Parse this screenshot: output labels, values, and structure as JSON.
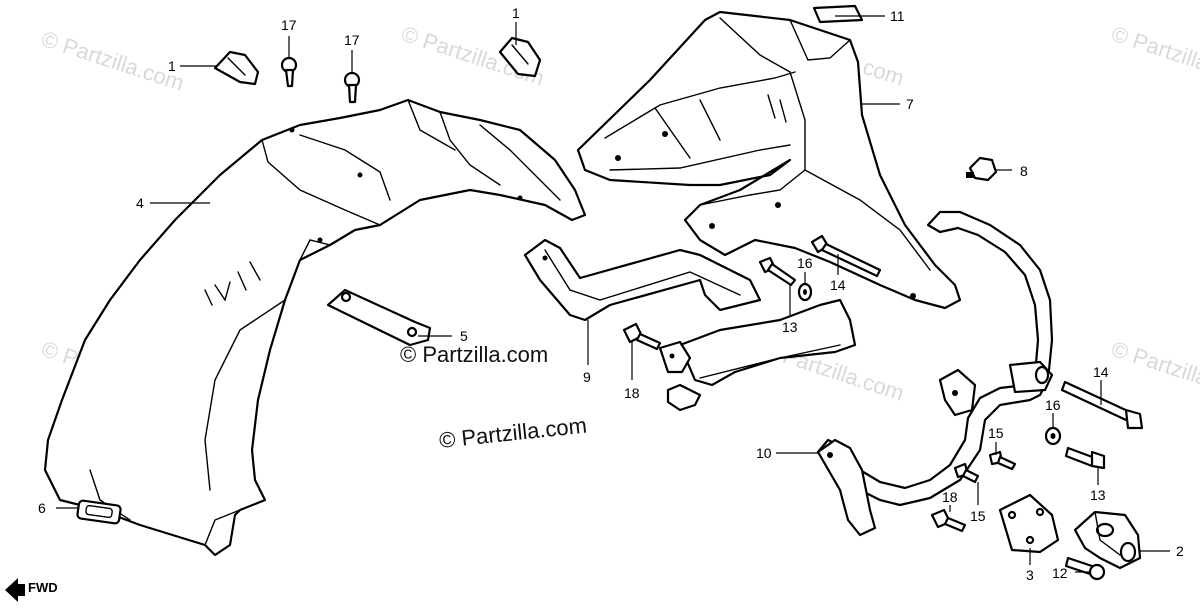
{
  "watermark": {
    "text": "© Partzilla.com",
    "color": "#d9d9d9"
  },
  "direction_indicator": {
    "label": "FWD"
  },
  "callouts": [
    {
      "id": "c1a",
      "number": "1"
    },
    {
      "id": "c1b",
      "number": "1"
    },
    {
      "id": "c17a",
      "number": "17"
    },
    {
      "id": "c17b",
      "number": "17"
    },
    {
      "id": "c11",
      "number": "11"
    },
    {
      "id": "c7",
      "number": "7"
    },
    {
      "id": "c8",
      "number": "8"
    },
    {
      "id": "c4",
      "number": "4"
    },
    {
      "id": "c5",
      "number": "5"
    },
    {
      "id": "c6",
      "number": "6"
    },
    {
      "id": "c9",
      "number": "9"
    },
    {
      "id": "c18a",
      "number": "18"
    },
    {
      "id": "c13a",
      "number": "13"
    },
    {
      "id": "c16a",
      "number": "16"
    },
    {
      "id": "c14a",
      "number": "14"
    },
    {
      "id": "c14b",
      "number": "14"
    },
    {
      "id": "c16b",
      "number": "16"
    },
    {
      "id": "c10",
      "number": "10"
    },
    {
      "id": "c15a",
      "number": "15"
    },
    {
      "id": "c15b",
      "number": "15"
    },
    {
      "id": "c18b",
      "number": "18"
    },
    {
      "id": "c13b",
      "number": "13"
    },
    {
      "id": "c2",
      "number": "2"
    },
    {
      "id": "c3",
      "number": "3"
    },
    {
      "id": "c12",
      "number": "12"
    }
  ]
}
